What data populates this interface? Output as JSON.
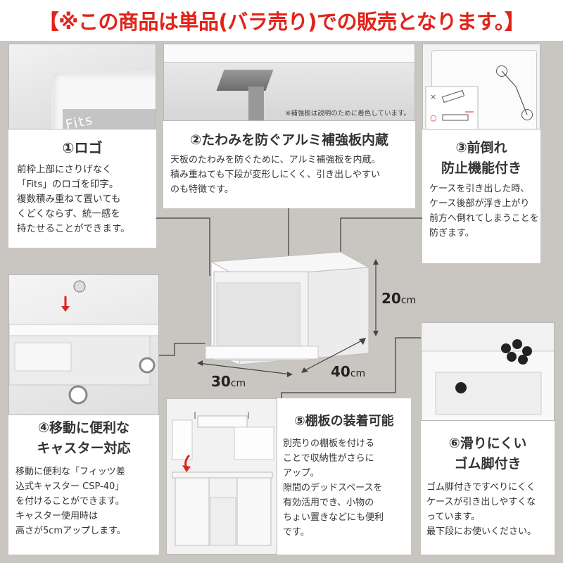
{
  "banner": {
    "text": "【※この商品は単品(バラ売り)での販売となります。】"
  },
  "photo1": {
    "logo_text": "Fits"
  },
  "photo2": {
    "note": "※補強板は説明のために着色しています。"
  },
  "feature1": {
    "title": "①ロゴ",
    "body": "前枠上部にさりげなく\n「Fits」のロゴを印字。\n複数積み重ねて置いても\nくどくならず、統一感を\n持たせることができます。"
  },
  "feature2": {
    "title": "②たわみを防ぐアルミ補強板内蔵",
    "body": "天板のたわみを防ぐために、アルミ補強板を内蔵。\n積み重ねても下段が変形しにくく、引き出しやすい\nのも特徴です。"
  },
  "feature3": {
    "title_line1": "③前倒れ",
    "title_line2": "防止機能付き",
    "body": "ケースを引き出した時、\nケース後部が浮き上がり\n前方へ倒れてしまうことを\n防ぎます。"
  },
  "feature4": {
    "title_line1": "④移動に便利な",
    "title_line2": "キャスター対応",
    "body": "移動に便利な「フィッツ差\n込式キャスター CSP-40」\nを付けることができます。\nキャスター使用時は\n高さが5cmアップします。"
  },
  "feature5": {
    "title": "⑤棚板の装着可能",
    "body": "別売りの棚板を付ける\nことで収納性がさらに\nアップ。\n隙間のデッドスペースを\n有効活用でき、小物の\nちょい置きなどにも便利\nです。"
  },
  "feature6": {
    "title_line1": "⑥滑りにくい",
    "title_line2": "ゴム脚付き",
    "body": "ゴム脚付きですべりにくく\nケースが引き出しやすくな\nっています。\n最下段にお使いください。"
  },
  "dimensions": {
    "height_value": "20",
    "width_value": "30",
    "depth_value": "40",
    "unit": "cm"
  },
  "colors": {
    "accent": "#e2231a",
    "background": "#c9c5c1"
  },
  "icons": {
    "photo3_wrong_mark": "×",
    "photo3_ok_mark": "○",
    "arrow": "down-arrow-icon"
  }
}
